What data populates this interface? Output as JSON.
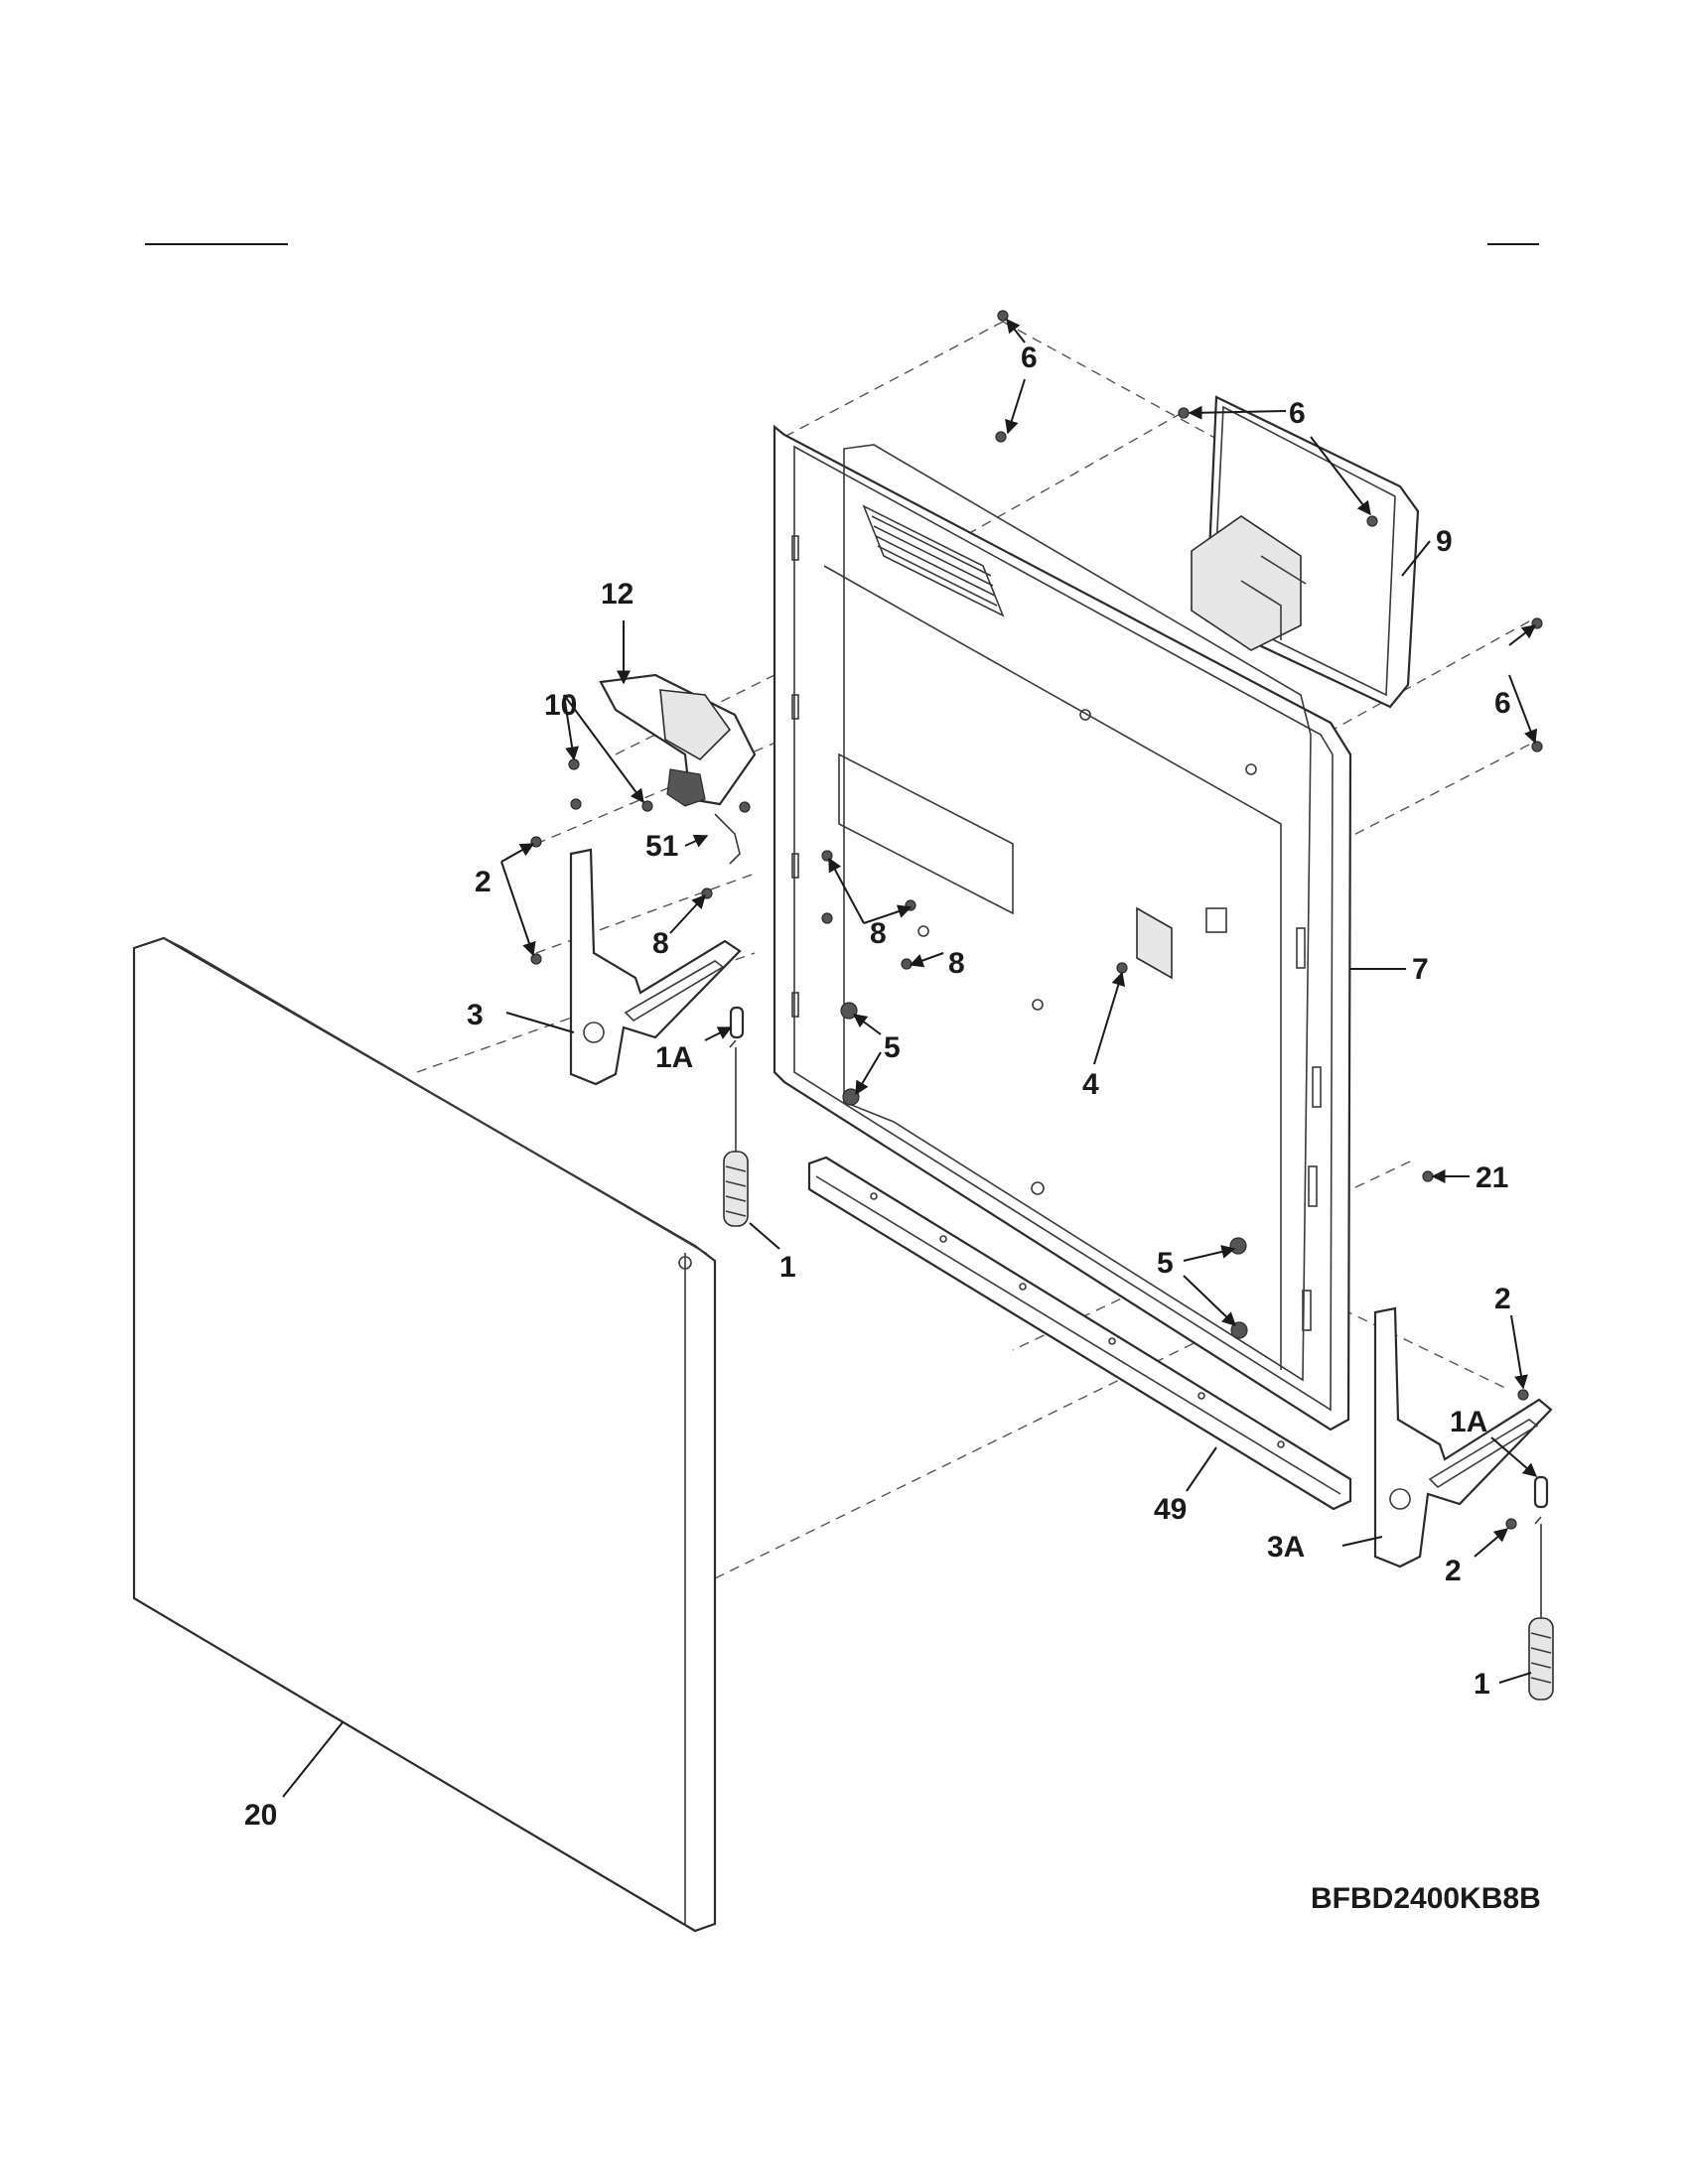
{
  "diagram": {
    "model_number": "BFBD2400KB8B",
    "callouts": [
      "6",
      "6",
      "9",
      "6",
      "12",
      "10",
      "51",
      "2",
      "8",
      "8",
      "8",
      "7",
      "3",
      "4",
      "1A",
      "5",
      "21",
      "5",
      "1",
      "2",
      "1A",
      "49",
      "3A",
      "2",
      "1",
      "20"
    ]
  }
}
